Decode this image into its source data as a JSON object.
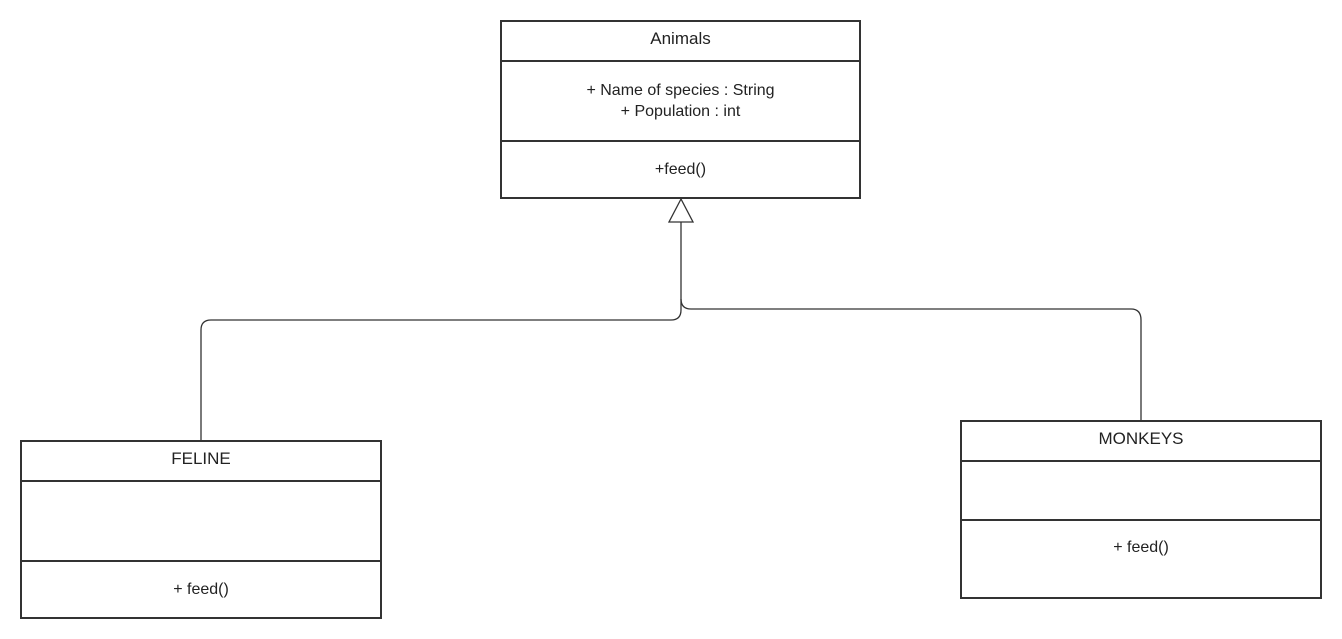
{
  "classes": {
    "animals": {
      "name": "Animals",
      "attributes": [
        "+ Name of species : String",
        "+ Population : int"
      ],
      "methods": [
        "+feed()"
      ]
    },
    "feline": {
      "name": "FELINE",
      "attributes": [],
      "methods": [
        "+ feed()"
      ]
    },
    "monkeys": {
      "name": "MONKEYS",
      "attributes": [],
      "methods": [
        "+ feed()"
      ]
    }
  },
  "relationships": [
    {
      "type": "generalization",
      "from": "FELINE",
      "to": "Animals"
    },
    {
      "type": "generalization",
      "from": "MONKEYS",
      "to": "Animals"
    }
  ],
  "colors": {
    "stroke": "#333333",
    "background": "#ffffff",
    "text": "#222222"
  }
}
